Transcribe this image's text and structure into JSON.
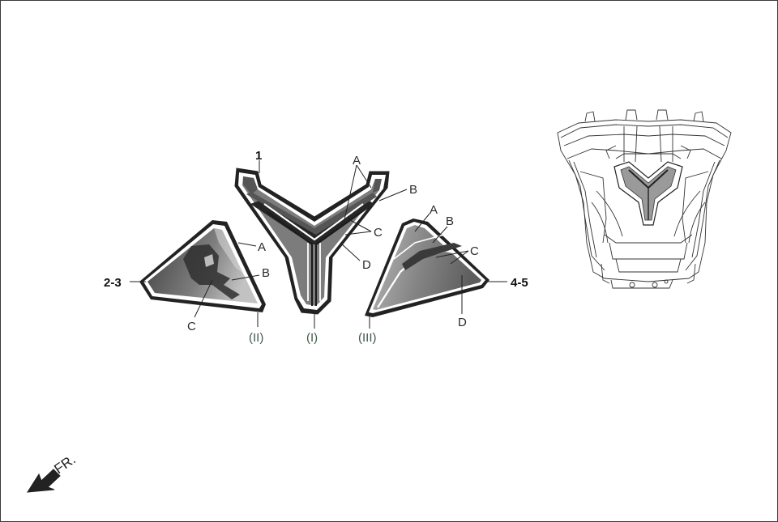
{
  "labels": {
    "part_1": "1",
    "part_2_3": "2-3",
    "part_4_5": "4-5",
    "view_i": "(I)",
    "view_ii": "(II)",
    "view_iii": "(III)",
    "a": "A",
    "b": "B",
    "c": "C",
    "d": "D",
    "front": "FR."
  },
  "colors": {
    "dark": "#4a4a4a",
    "mid": "#7c7c7c",
    "light": "#b4b4b4",
    "stripe": "#2a2a2a",
    "outline": "#ffffff"
  }
}
